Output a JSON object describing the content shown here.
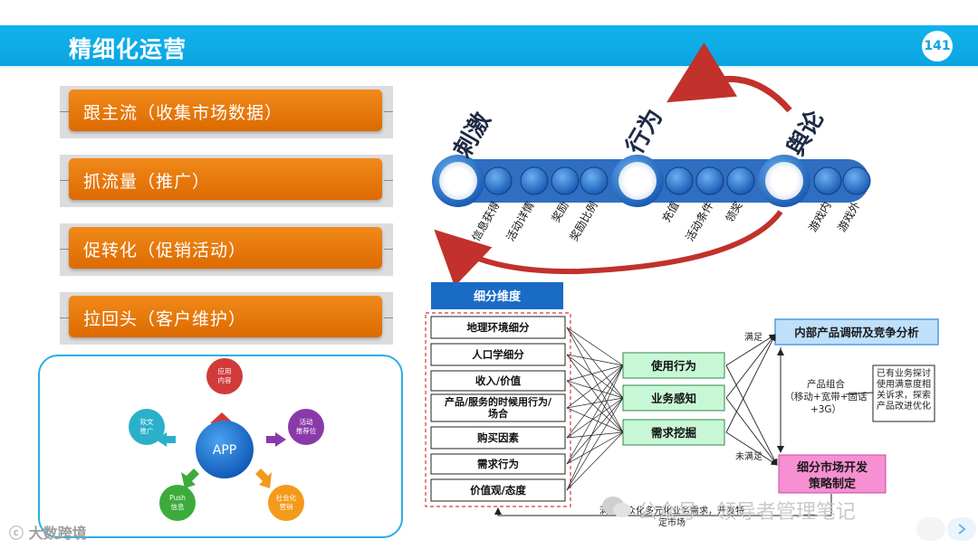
{
  "header": {
    "title": "精细化运营",
    "page_number": "141"
  },
  "menu": [
    {
      "label": "跟主流（收集市场数据）"
    },
    {
      "label": "抓流量（推广）"
    },
    {
      "label": "促转化（促销活动）"
    },
    {
      "label": "拉回头（客户维护）"
    }
  ],
  "app_diagram": {
    "center": "APP",
    "nodes": [
      {
        "label": "应用\n内容",
        "color": "#d23a3a"
      },
      {
        "label": "活动\n推荐位",
        "color": "#8a3aa8"
      },
      {
        "label": "社会化\n营销",
        "color": "#f39a1a"
      },
      {
        "label": "Push\n信息",
        "color": "#3cab3c"
      },
      {
        "label": "软文\n推广",
        "color": "#2bb0c9"
      }
    ]
  },
  "cycle": {
    "stage1": "刺激",
    "stage2": "行为",
    "stage3": "舆论",
    "items": [
      "信息获得",
      "活动详情",
      "奖励",
      "奖励比例",
      "充值",
      "活动条件",
      "领奖",
      "游戏内",
      "游戏外"
    ]
  },
  "segment": {
    "header": "细分维度",
    "dimensions": [
      "地理环境细分",
      "人口学细分",
      "收入/价值",
      "产品/服务的时候用行为/场合",
      "购买因素",
      "需求行为",
      "价值观/态度"
    ],
    "middle": [
      "使用行为",
      "业务感知",
      "需求挖掘"
    ],
    "internal_analysis": "内部产品调研及竞争分析",
    "strategy": "细分市场开发策略制定",
    "satisfied": "满足",
    "unsatisfied": "未满足",
    "product_combo": "产品组合（移动+宽带+固话+3G）",
    "existing_business": "已有业务探讨使用满意度相关诉求，探索产品改进优化",
    "bottom_note": "满足小众化多元化业务需求，开发特定市场"
  },
  "watermark": {
    "account": "公众号 · 领导者管理笔记",
    "brand": "大数跨境"
  },
  "colors": {
    "accent": "#0aa5e0",
    "orange": "#e87a0a",
    "green": "#c8f7d6",
    "pink": "#f78fd3",
    "blue_box": "#bfe0fb"
  }
}
